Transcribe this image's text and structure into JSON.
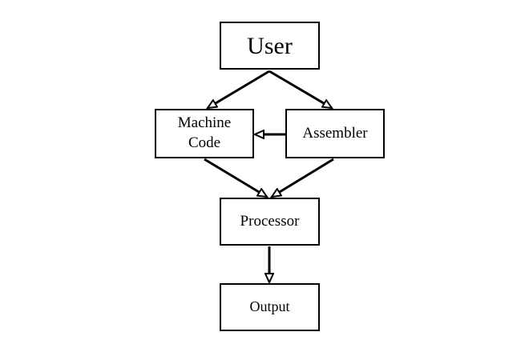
{
  "diagram": {
    "nodes": {
      "user": "User",
      "machine_code": "Machine\nCode",
      "assembler": "Assembler",
      "processor": "Processor",
      "output": "Output"
    },
    "edges": [
      {
        "from": "User",
        "to": "Machine\nCode"
      },
      {
        "from": "User",
        "to": "Assembler"
      },
      {
        "from": "Assembler",
        "to": "Machine\nCode"
      },
      {
        "from": "Machine\nCode",
        "to": "Processor"
      },
      {
        "from": "Assembler",
        "to": "Processor"
      },
      {
        "from": "Processor",
        "to": "Output"
      }
    ],
    "colors": {
      "stroke": "#000000",
      "background": "#ffffff"
    }
  }
}
